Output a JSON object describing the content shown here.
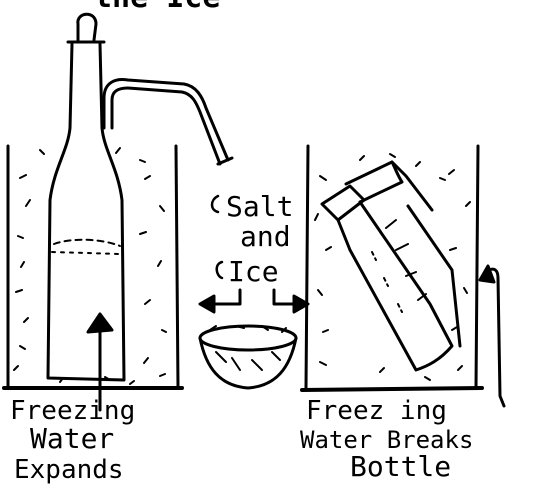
{
  "top_caption": "the Ice",
  "center_label": {
    "line1": "Salt",
    "line2": "and",
    "line3": "Ice"
  },
  "left_caption": {
    "line1": "Freezing",
    "line2": "Water",
    "line3": "Expands"
  },
  "right_caption": {
    "line1": "Freez ing",
    "line2": "Water Breaks",
    "line3": "Bottle"
  },
  "colors": {
    "ink": "#000000",
    "paper": "#ffffff"
  }
}
